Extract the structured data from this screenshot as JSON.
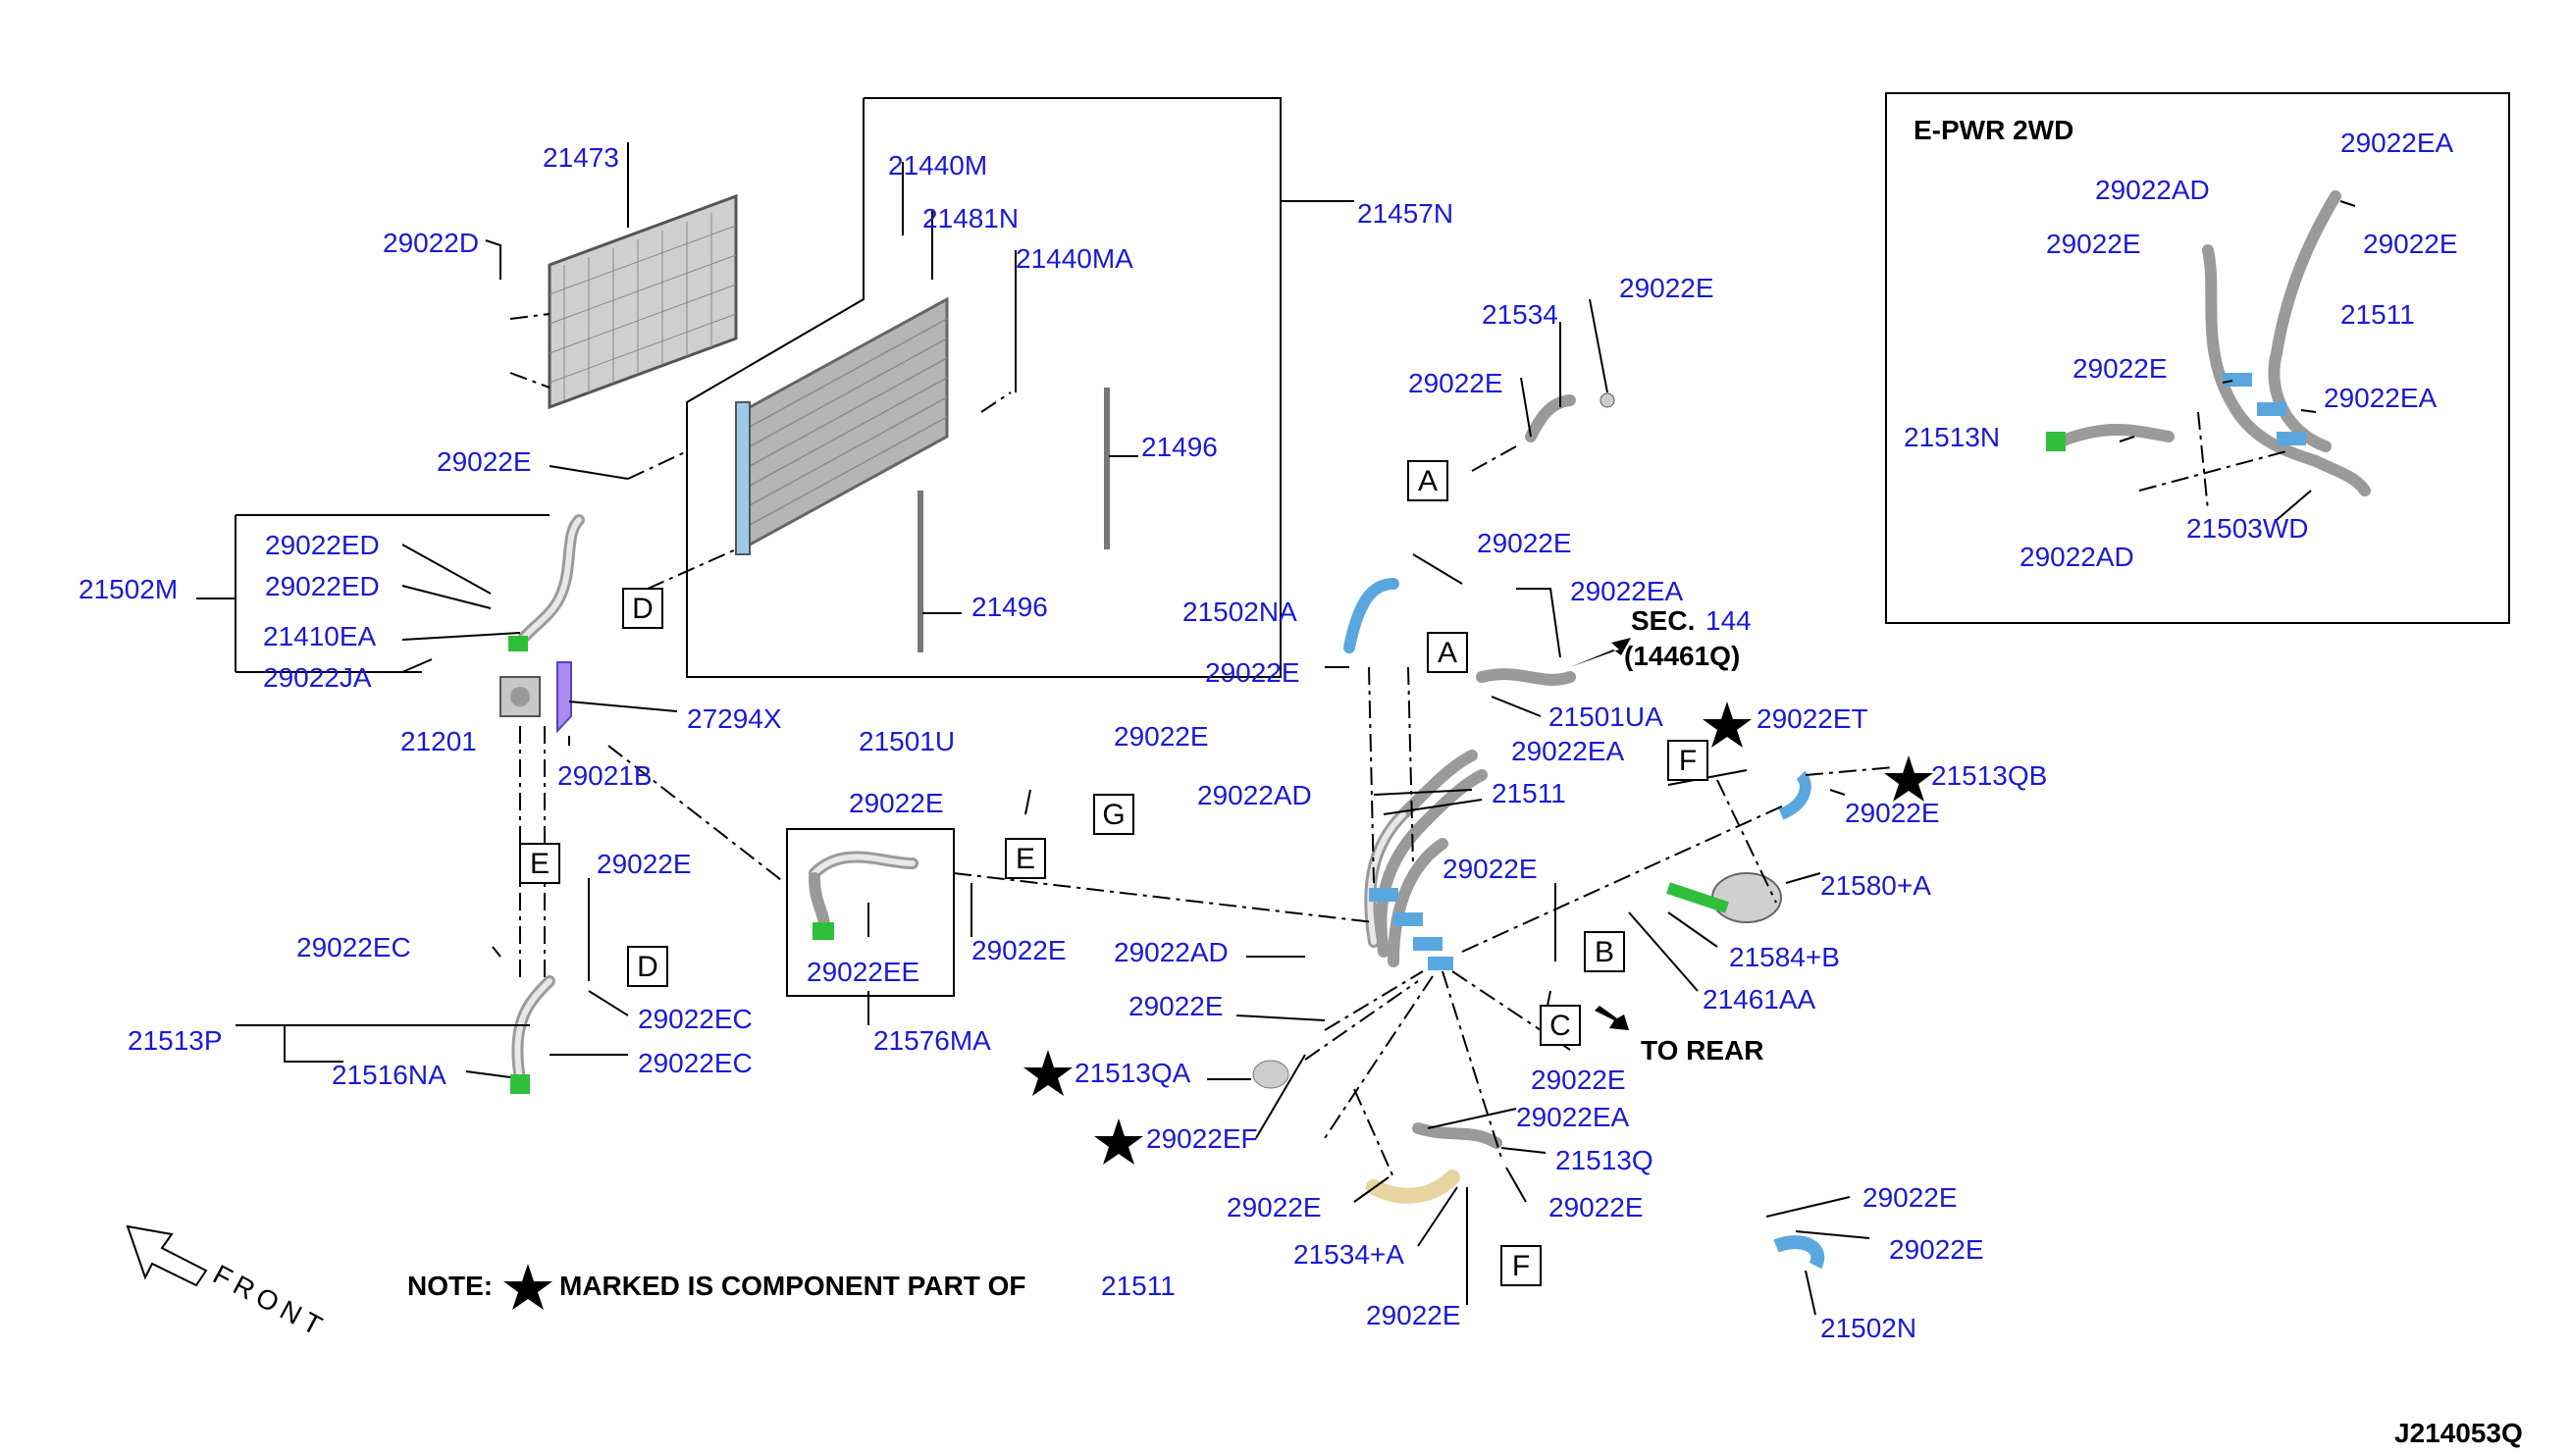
{
  "labels": {
    "l21473": "21473",
    "l29022D": "29022D",
    "l21440M": "21440M",
    "l21481N": "21481N",
    "l21440MA": "21440MA",
    "l21457N": "21457N",
    "l21496a": "21496",
    "l21496b": "21496",
    "l29022E_cond": "29022E",
    "l29022ED_1": "29022ED",
    "l29022ED_2": "29022ED",
    "l21502M": "21502M",
    "l21410EA": "21410EA",
    "l29022JA": "29022JA",
    "l27294X": "27294X",
    "l21201": "21201",
    "l29021B": "29021B",
    "l21534": "21534",
    "l29022E_21534": "29022E",
    "l29022E_a1": "29022E",
    "l29022E_na": "29022E",
    "l21502NA": "21502NA",
    "l29022EA_top": "29022EA",
    "l29022E_left": "29022E",
    "l21501UA": "21501UA",
    "l29022EA_mid": "29022EA",
    "l21501U": "21501U",
    "l29022E_g": "29022E",
    "l29022E_e": "29022E",
    "l29022AD_mid": "29022AD",
    "l21511_mid": "21511",
    "l29022E_b": "29022E",
    "l29022E_sub": "29022E",
    "l29022EE": "29022EE",
    "l29022E_576": "29022E",
    "l21576MA": "21576MA",
    "l29022AD_low": "29022AD",
    "l29022E_low": "29022E",
    "l21513QA": "21513QA",
    "l29022EF": "29022EF",
    "l29022ET": "29022ET",
    "l21513QB": "21513QB",
    "l29022E_qb": "29022E",
    "l21580A": "21580+A",
    "l21584B": "21584+B",
    "l21461AA": "21461AA",
    "l29022E_c": "29022E",
    "l29022EA_q": "29022EA",
    "l21513Q": "21513Q",
    "l29022E_q": "29022E",
    "l29022E_534": "29022E",
    "l21534A": "21534+A",
    "l29022E_bot": "29022E",
    "l29022E_502n_1": "29022E",
    "l29022E_502n_2": "29022E",
    "l21502N": "21502N",
    "l29022EC_1": "29022EC",
    "l29022E_d": "29022E",
    "l29022EC_2": "29022EC",
    "l29022EC_3": "29022EC",
    "l21513P": "21513P",
    "l21516NA": "21516NA",
    "sec": "SEC.",
    "sec_num": "144",
    "sec_ref": "(14461Q)",
    "to_rear": "TO REAR",
    "front": "FRONT",
    "note_prefix": "NOTE:",
    "note_text": "MARKED IS COMPONENT PART OF",
    "note_part": "21511",
    "diagram_id": "J214053Q"
  },
  "boxes": {
    "A1": "A",
    "A2": "A",
    "B": "B",
    "C": "C",
    "D1": "D",
    "D2": "D",
    "E1": "E",
    "E2": "E",
    "F1": "F",
    "F2": "F",
    "G": "G"
  },
  "inset": {
    "title": "E-PWR 2WD",
    "l29022EA_1": "29022EA",
    "l29022AD_1": "29022AD",
    "l29022E_1": "29022E",
    "l29022E_2": "29022E",
    "l21511": "21511",
    "l29022E_3": "29022E",
    "l29022EA_2": "29022EA",
    "l21513N": "21513N",
    "l21503WD": "21503WD",
    "l29022AD_2": "29022AD"
  },
  "colors": {
    "label": "#1a1ad6",
    "hose_blue": "#5aa7e0",
    "connector_green": "#2fbf3a"
  }
}
